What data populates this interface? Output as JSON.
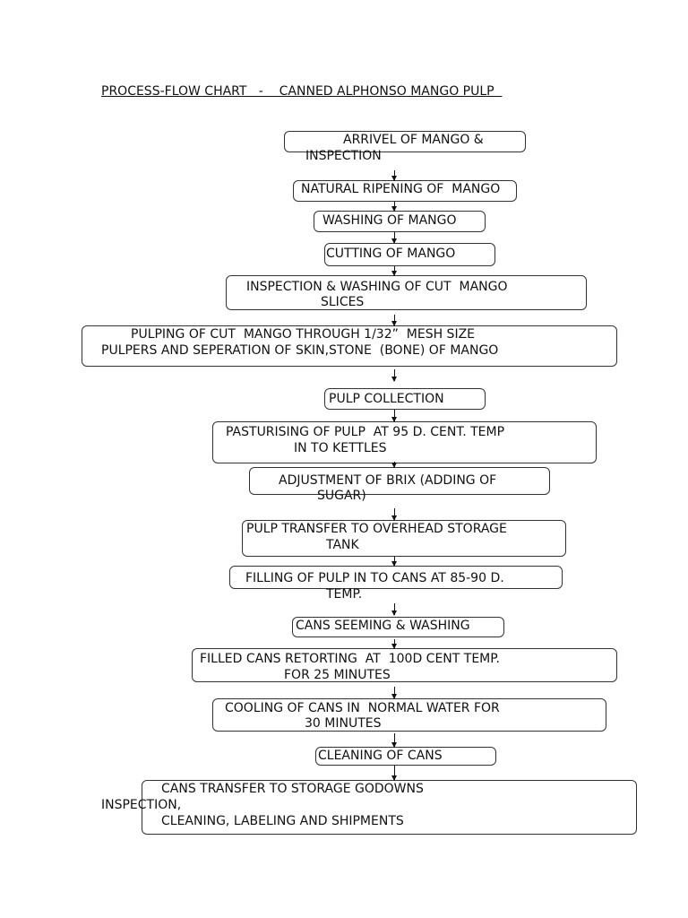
{
  "title": "PROCESS-FLOW CHART   -    CANNED ALPHONSO MANGO PULP  ",
  "steps": [
    {
      "lines": [
        "ARRIVEL OF MANGO &",
        "INSPECTION"
      ]
    },
    {
      "lines": [
        "NATURAL RIPENING OF  MANGO"
      ]
    },
    {
      "lines": [
        "WASHING OF MANGO"
      ]
    },
    {
      "lines": [
        "CUTTING OF MANGO"
      ]
    },
    {
      "lines": [
        "INSPECTION & WASHING OF CUT  MANGO",
        "SLICES"
      ]
    },
    {
      "lines": [
        "PULPING OF CUT  MANGO THROUGH 1/32”  MESH SIZE",
        "PULPERS AND SEPERATION OF SKIN,STONE  (BONE) OF MANGO"
      ]
    },
    {
      "lines": [
        "PULP COLLECTION"
      ]
    },
    {
      "lines": [
        "PASTURISING OF PULP  AT 95 D. CENT. TEMP",
        "IN TO KETTLES"
      ]
    },
    {
      "lines": [
        "ADJUSTMENT OF BRIX (ADDING OF",
        "SUGAR)"
      ]
    },
    {
      "lines": [
        "PULP TRANSFER TO OVERHEAD STORAGE",
        "TANK"
      ]
    },
    {
      "lines": [
        "FILLING OF PULP IN TO CANS AT 85-90 D.",
        "TEMP."
      ]
    },
    {
      "lines": [
        "CANS SEEMING & WASHING"
      ]
    },
    {
      "lines": [
        "FILLED CANS RETORTING  AT  100D CENT TEMP.",
        "FOR 25 MINUTES"
      ]
    },
    {
      "lines": [
        "COOLING OF CANS IN  NORMAL WATER FOR",
        "30 MINUTES"
      ]
    },
    {
      "lines": [
        "CLEANING OF CANS"
      ]
    },
    {
      "lines": [
        "CANS TRANSFER TO STORAGE GODOWNS",
        "INSPECTION,",
        "CLEANING, LABELING AND SHIPMENTS"
      ]
    }
  ]
}
